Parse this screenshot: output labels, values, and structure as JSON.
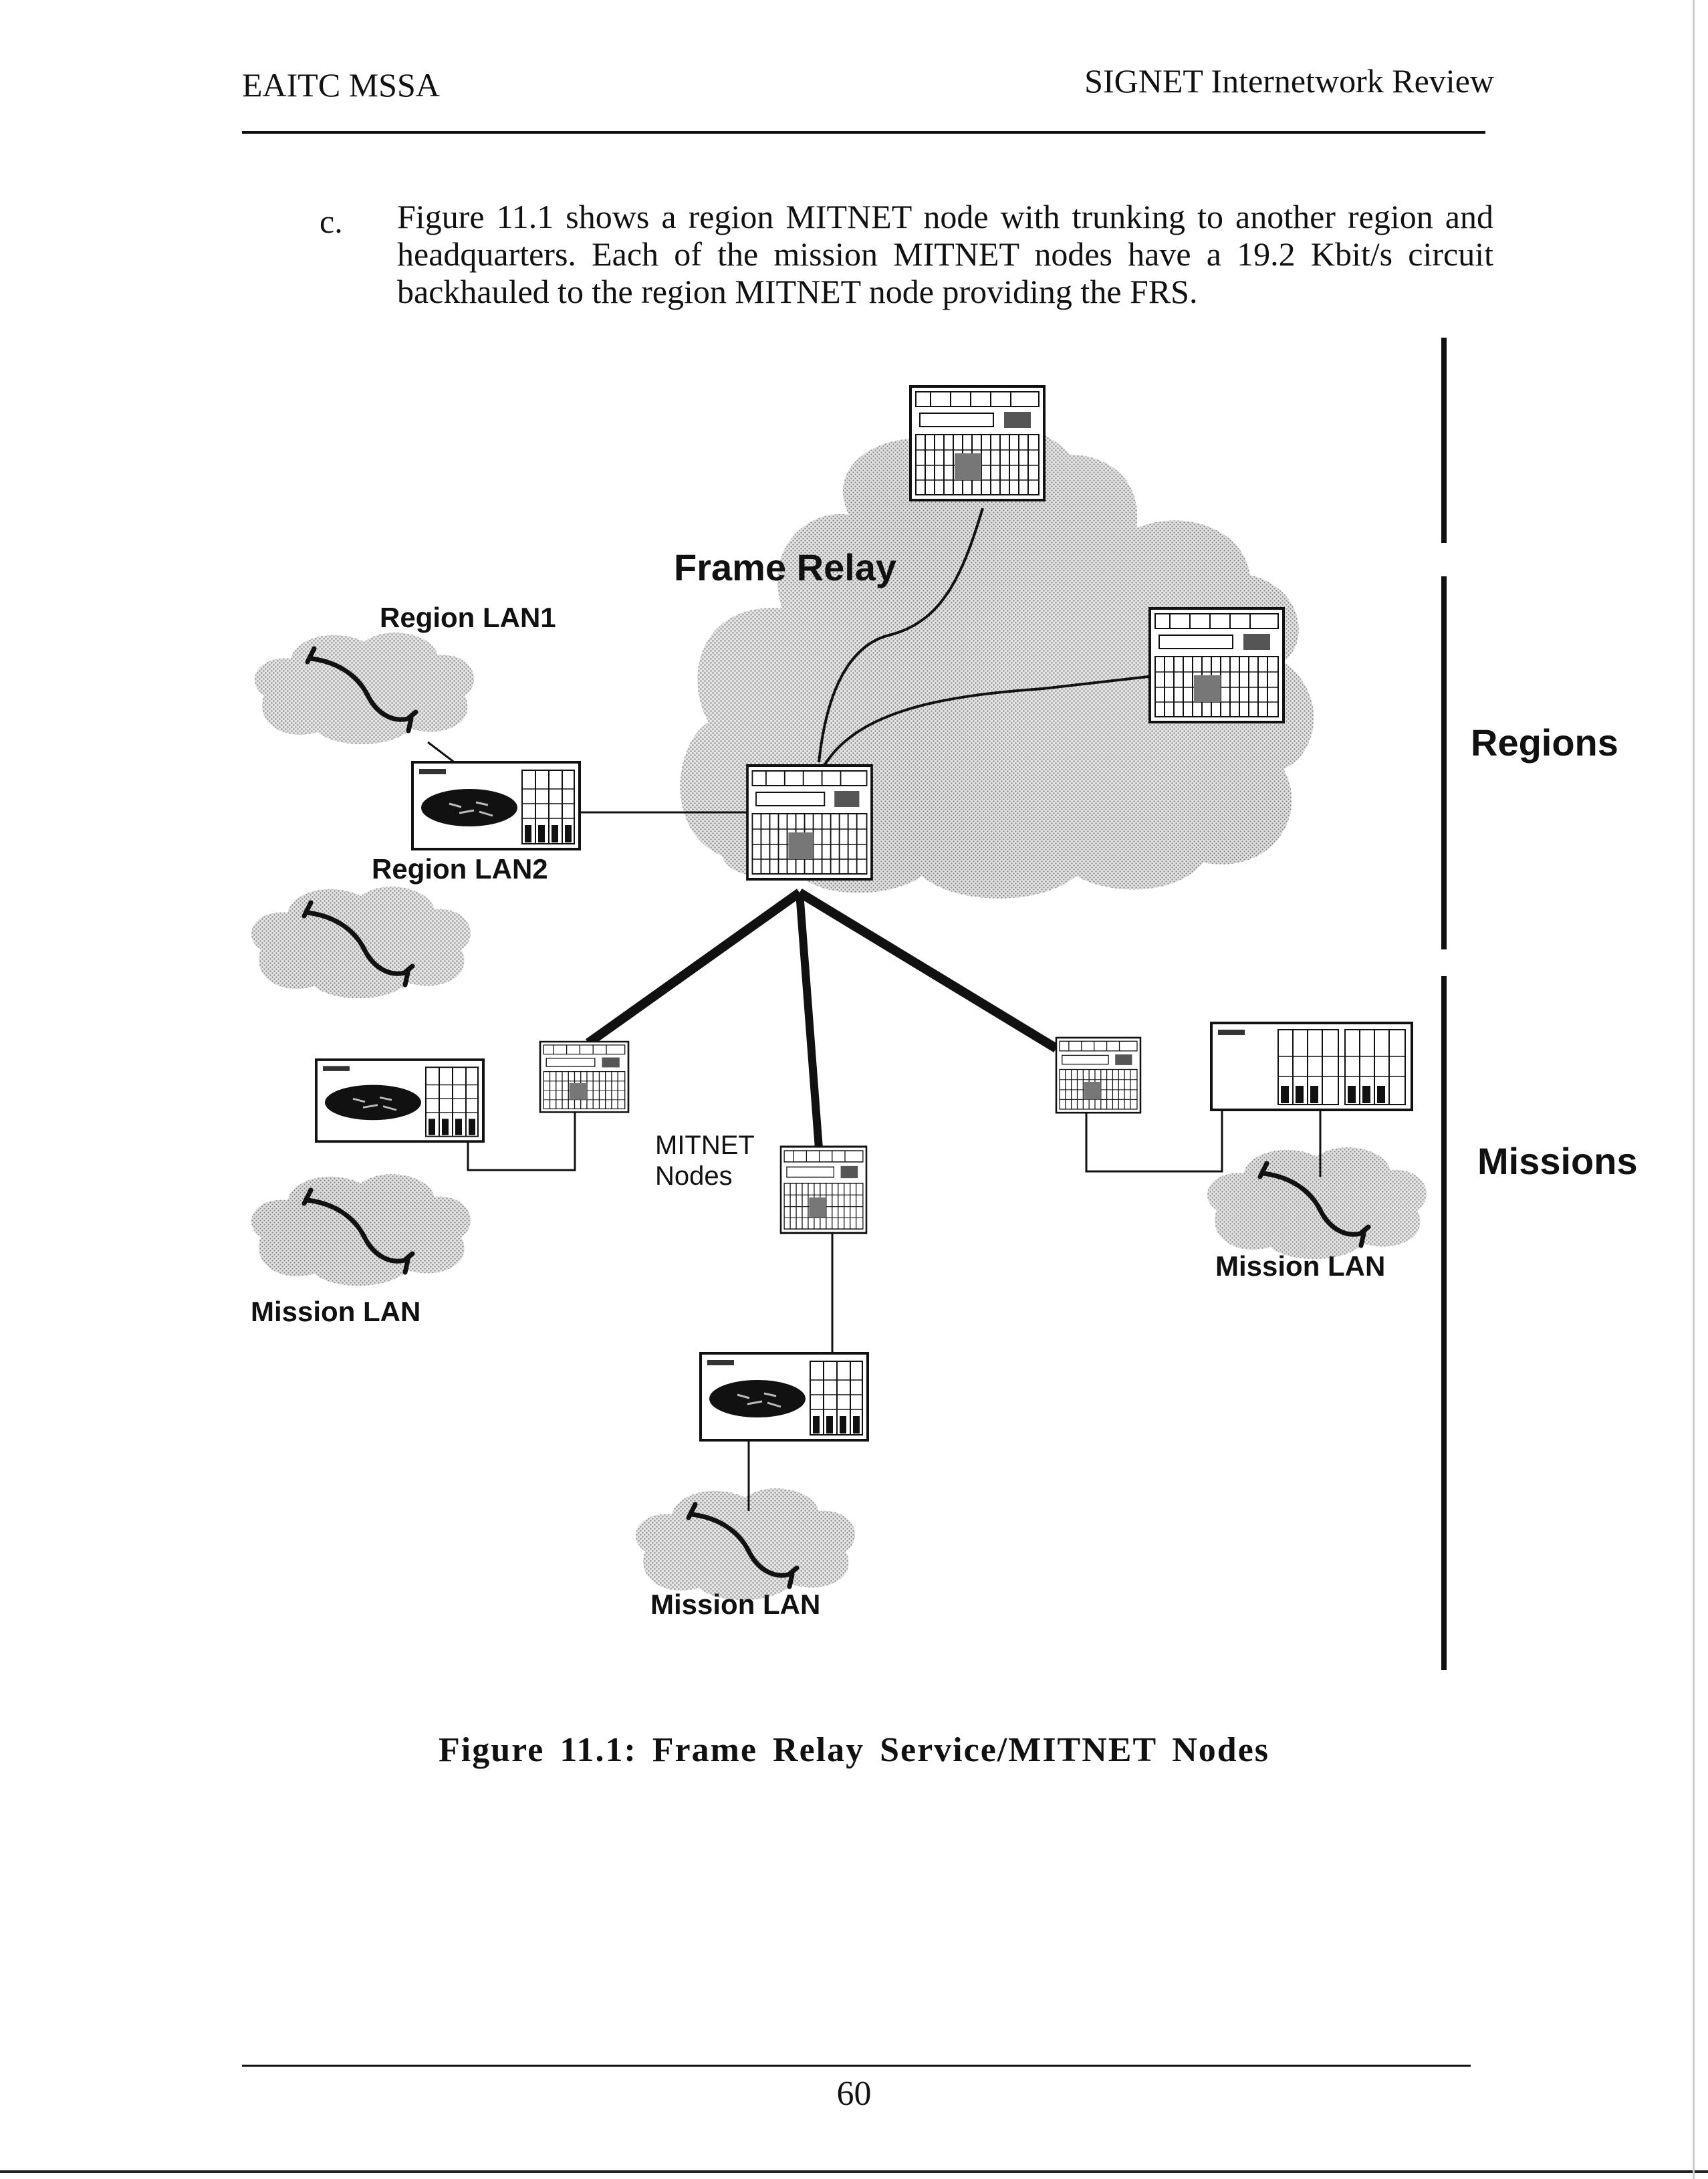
{
  "header": {
    "left": "EAITC MSSA",
    "right": "SIGNET Internetwork Review"
  },
  "paragraph": {
    "marker": "c.",
    "text": "Figure 11.1 shows a region MITNET node with trunking to another region and headquarters. Each of the mission MITNET nodes have a 19.2 Kbit/s circuit backhauled to the region MITNET node providing the FRS."
  },
  "diagram": {
    "frame_relay_label": "Frame Relay",
    "region_lan1": "Region LAN1",
    "region_lan2": "Region LAN2",
    "mitnet_nodes_line1": "MITNET",
    "mitnet_nodes_line2": "Nodes",
    "mission_lan_left": "Mission LAN",
    "mission_lan_bottom": "Mission LAN",
    "mission_lan_right": "Mission LAN",
    "side_regions": "Regions",
    "side_missions": "Missions"
  },
  "caption": "Figure 11.1: Frame Relay Service/MITNET Nodes",
  "footer": {
    "page_number": "60"
  }
}
